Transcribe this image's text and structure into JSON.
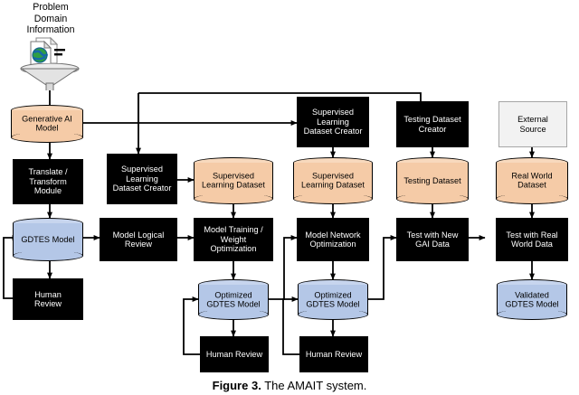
{
  "figure": {
    "caption_bold": "Figure 3.",
    "caption_rest": " The AMAIT system."
  },
  "top_label": "Problem\nDomain\nInformation",
  "icons": {
    "documents": "documents-globe-icon",
    "funnel": "funnel-icon"
  },
  "colors": {
    "process_fill": "#000000",
    "process_text": "#ffffff",
    "datastore_peach": "#f5cba7",
    "datastore_blue": "#b4c7e7",
    "external_fill": "#f2f2f2",
    "external_border": "#a6a6a6",
    "line": "#000000"
  },
  "nodes": {
    "generative_ai_model": "Generative AI\nModel",
    "translate_transform_module": "Translate /\nTransform\nModule",
    "gdtes_model": "GDTES Model",
    "human_review_1": "Human\nReview",
    "sl_dataset_creator_left": "Supervised\nLearning\nDataset Creator",
    "model_logical_review": "Model Logical\nReview",
    "sl_dataset_1": "Supervised\nLearning Dataset",
    "model_training_weight_optimization": "Model Training /\nWeight\nOptimization",
    "optimized_gdtes_model_1": "Optimized\nGDTES Model",
    "human_review_2": "Human Review",
    "sl_dataset_creator_top": "Supervised\nLearning\nDataset Creator",
    "sl_dataset_2": "Supervised\nLearning Dataset",
    "model_network_optimization": "Model Network\nOptimization",
    "optimized_gdtes_model_2": "Optimized\nGDTES Model",
    "human_review_3": "Human Review",
    "testing_dataset_creator": "Testing Dataset\nCreator",
    "testing_dataset": "Testing Dataset",
    "test_with_new_gai_data": "Test with New\nGAI Data",
    "external_source": "External\nSource",
    "real_world_dataset": "Real World\nDataset",
    "test_with_real_world_data": "Test with Real\nWorld Data",
    "validated_gdtes_model": "Validated\nGDTES Model"
  }
}
